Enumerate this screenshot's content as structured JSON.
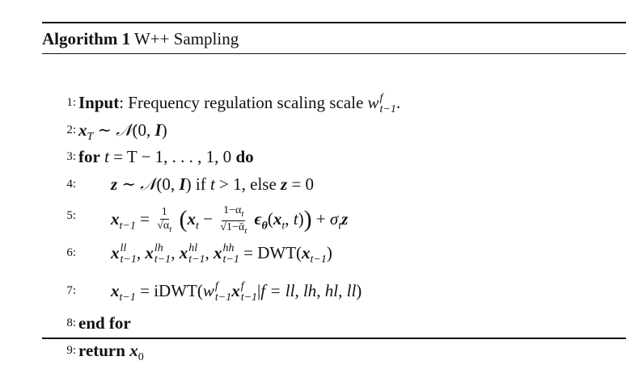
{
  "algorithm": {
    "label": "Algorithm 1",
    "title": "W++ Sampling"
  },
  "lines": [
    {
      "num": "1:",
      "keyword": "Input",
      "text": ": Frequency regulation scaling scale "
    },
    {
      "num": "2:"
    },
    {
      "num": "3:",
      "kw_for": "for",
      "kw_do": "do",
      "range": " = T − 1, . . . , 1, 0 "
    },
    {
      "num": "4:",
      "if_text": " if ",
      "else_text": ", else "
    },
    {
      "num": "5:"
    },
    {
      "num": "6:",
      "dwt": "DWT"
    },
    {
      "num": "7:",
      "idwt": "iDWT",
      "cond": "f = ll, lh, hl, ll"
    },
    {
      "num": "8:",
      "keyword": "end for"
    },
    {
      "num": "9:",
      "keyword": "return"
    }
  ]
}
